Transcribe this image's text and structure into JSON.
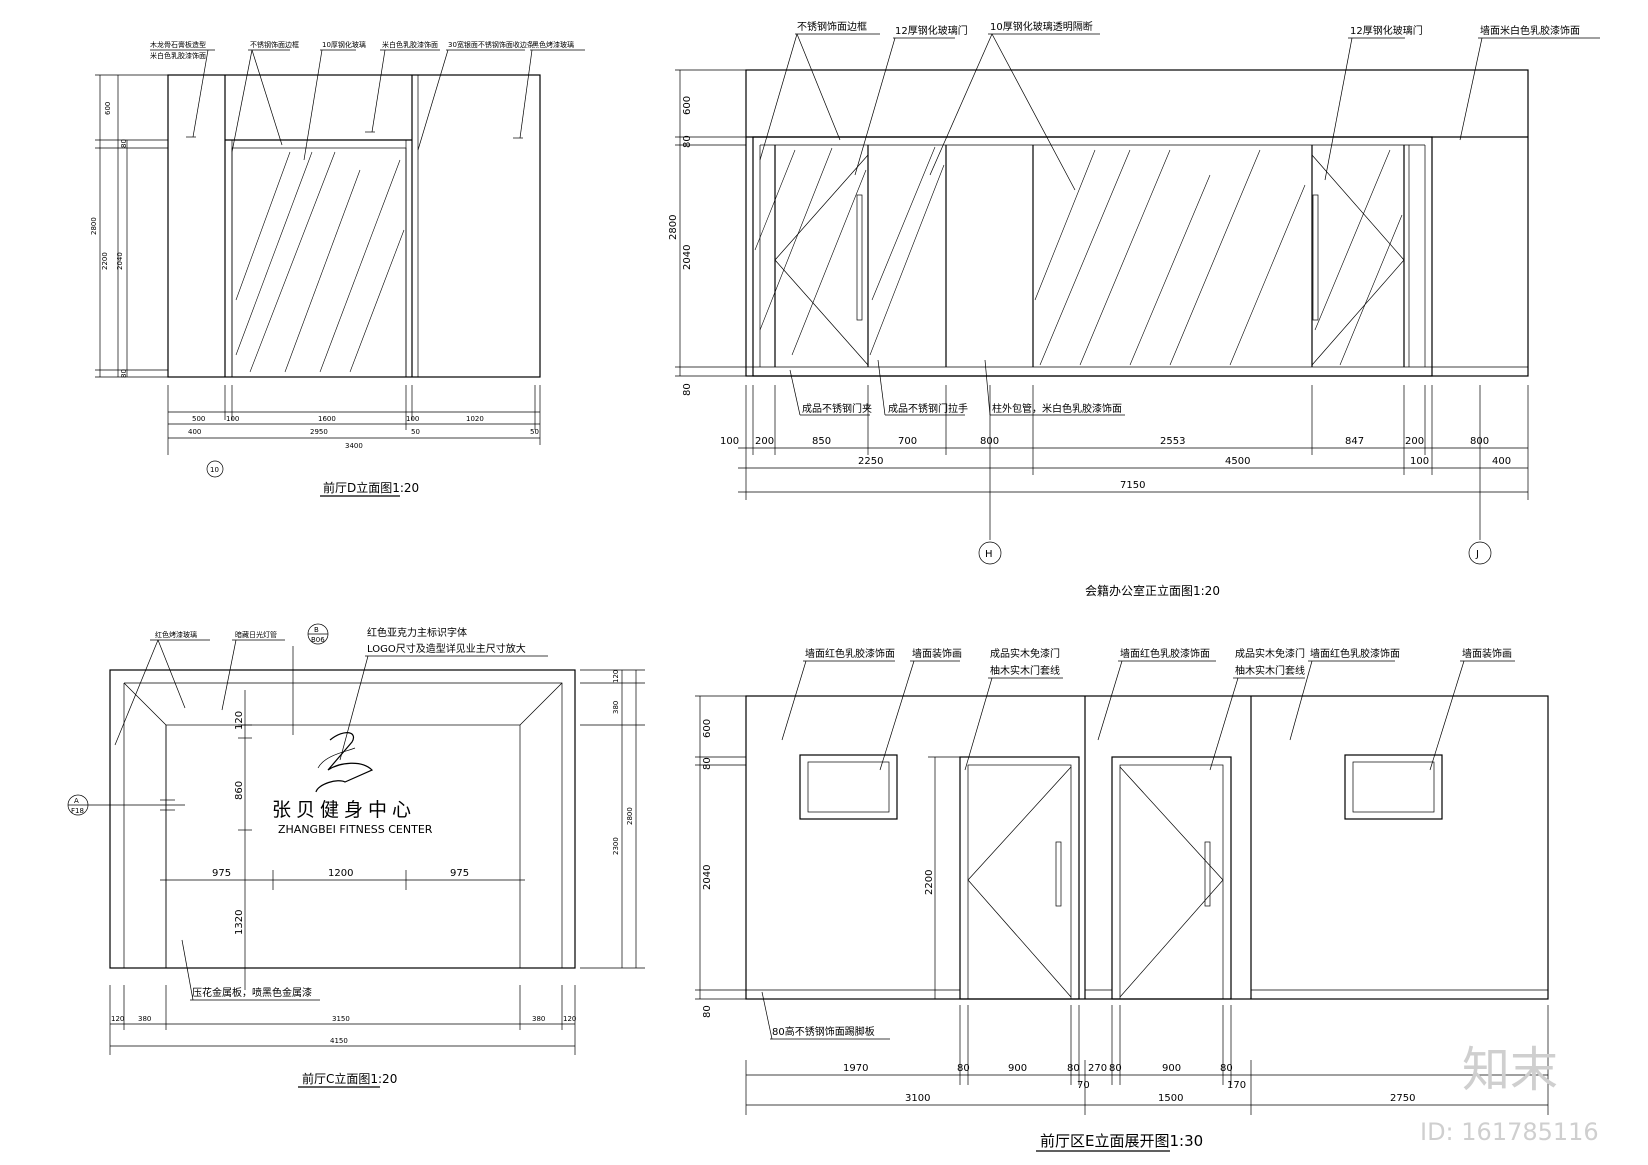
{
  "viewA": {
    "title": "前厅D立面图1:20",
    "notes": [
      "木龙骨石膏板造型",
      "米白色乳胶漆饰面",
      "不锈钢饰面边框",
      "10厚钢化玻璃",
      "米白色乳胶漆饰面",
      "30宽银面不锈钢饰面收边条",
      "黑色烤漆玻璃"
    ],
    "vdims": [
      "600",
      "80",
      "2800",
      "2200",
      "2040",
      "80"
    ],
    "hdims1": [
      "500",
      "100",
      "1600",
      "100",
      "1020"
    ],
    "hdims2": [
      "400",
      "2950",
      "50",
      "50"
    ],
    "total": "3400",
    "axis": "10"
  },
  "viewB": {
    "title": "会籍办公室正立面图1:20",
    "notes": [
      "不锈钢饰面边框",
      "12厚钢化玻璃门",
      "10厚钢化玻璃透明隔断",
      "12厚钢化玻璃门",
      "墙面米白色乳胶漆饰面"
    ],
    "bottom_notes": [
      "成品不锈钢门夹",
      "成品不锈钢门拉手",
      "柱外包管，米白色乳胶漆饰面"
    ],
    "vdims": [
      "600",
      "80",
      "2800",
      "2040",
      "80"
    ],
    "hdims1": [
      "100",
      "200",
      "850",
      "700",
      "800",
      "2553",
      "847",
      "200",
      "800"
    ],
    "hdims2": [
      "2250",
      "4500",
      "100",
      "400"
    ],
    "total": "7150",
    "axes": [
      "H",
      "J"
    ]
  },
  "viewC": {
    "title": "前厅C立面图1:20",
    "notes": [
      "红色烤漆玻璃",
      "暗藏日光灯管"
    ],
    "logo_note1": "红色亚克力主标识字体",
    "logo_note2": "LOGO尺寸及造型详见业主尺寸放大",
    "bottom_note": "压花金属板，喷黑色金属漆",
    "logo_cn": "张贝健身中心",
    "logo_en": "ZHANGBEI FITNESS CENTER",
    "section_b": "B",
    "section_b_sub": "B06",
    "section_a": "A",
    "section_a_sub": "F18",
    "inner_dims": [
      "120",
      "860",
      "1320",
      "975",
      "1200",
      "975"
    ],
    "right_dims": [
      "120",
      "380",
      "2300",
      "2800"
    ],
    "hdims": [
      "120",
      "380",
      "3150",
      "380",
      "120"
    ],
    "total": "4150"
  },
  "viewD": {
    "title": "前厅区E立面展开图1:30",
    "notes": [
      "墙面红色乳胶漆饰面",
      "墙面装饰画",
      "成品实木免漆门",
      "柚木实木门套线",
      "墙面红色乳胶漆饰面",
      "成品实木免漆门",
      "柚木实木门套线",
      "墙面红色乳胶漆饰面",
      "墙面装饰画"
    ],
    "bottom_note": "80高不锈钢饰面踢脚板",
    "vdims": [
      "600",
      "80",
      "2040",
      "80"
    ],
    "door_height": "2200",
    "hdims1": [
      "1970",
      "80",
      "900",
      "80",
      "270",
      "80",
      "900",
      "80"
    ],
    "hdims2": [
      "3100",
      "70",
      "1500",
      "170",
      "2750"
    ]
  },
  "watermark": {
    "logo": "知末",
    "id": "ID: 161785116"
  }
}
